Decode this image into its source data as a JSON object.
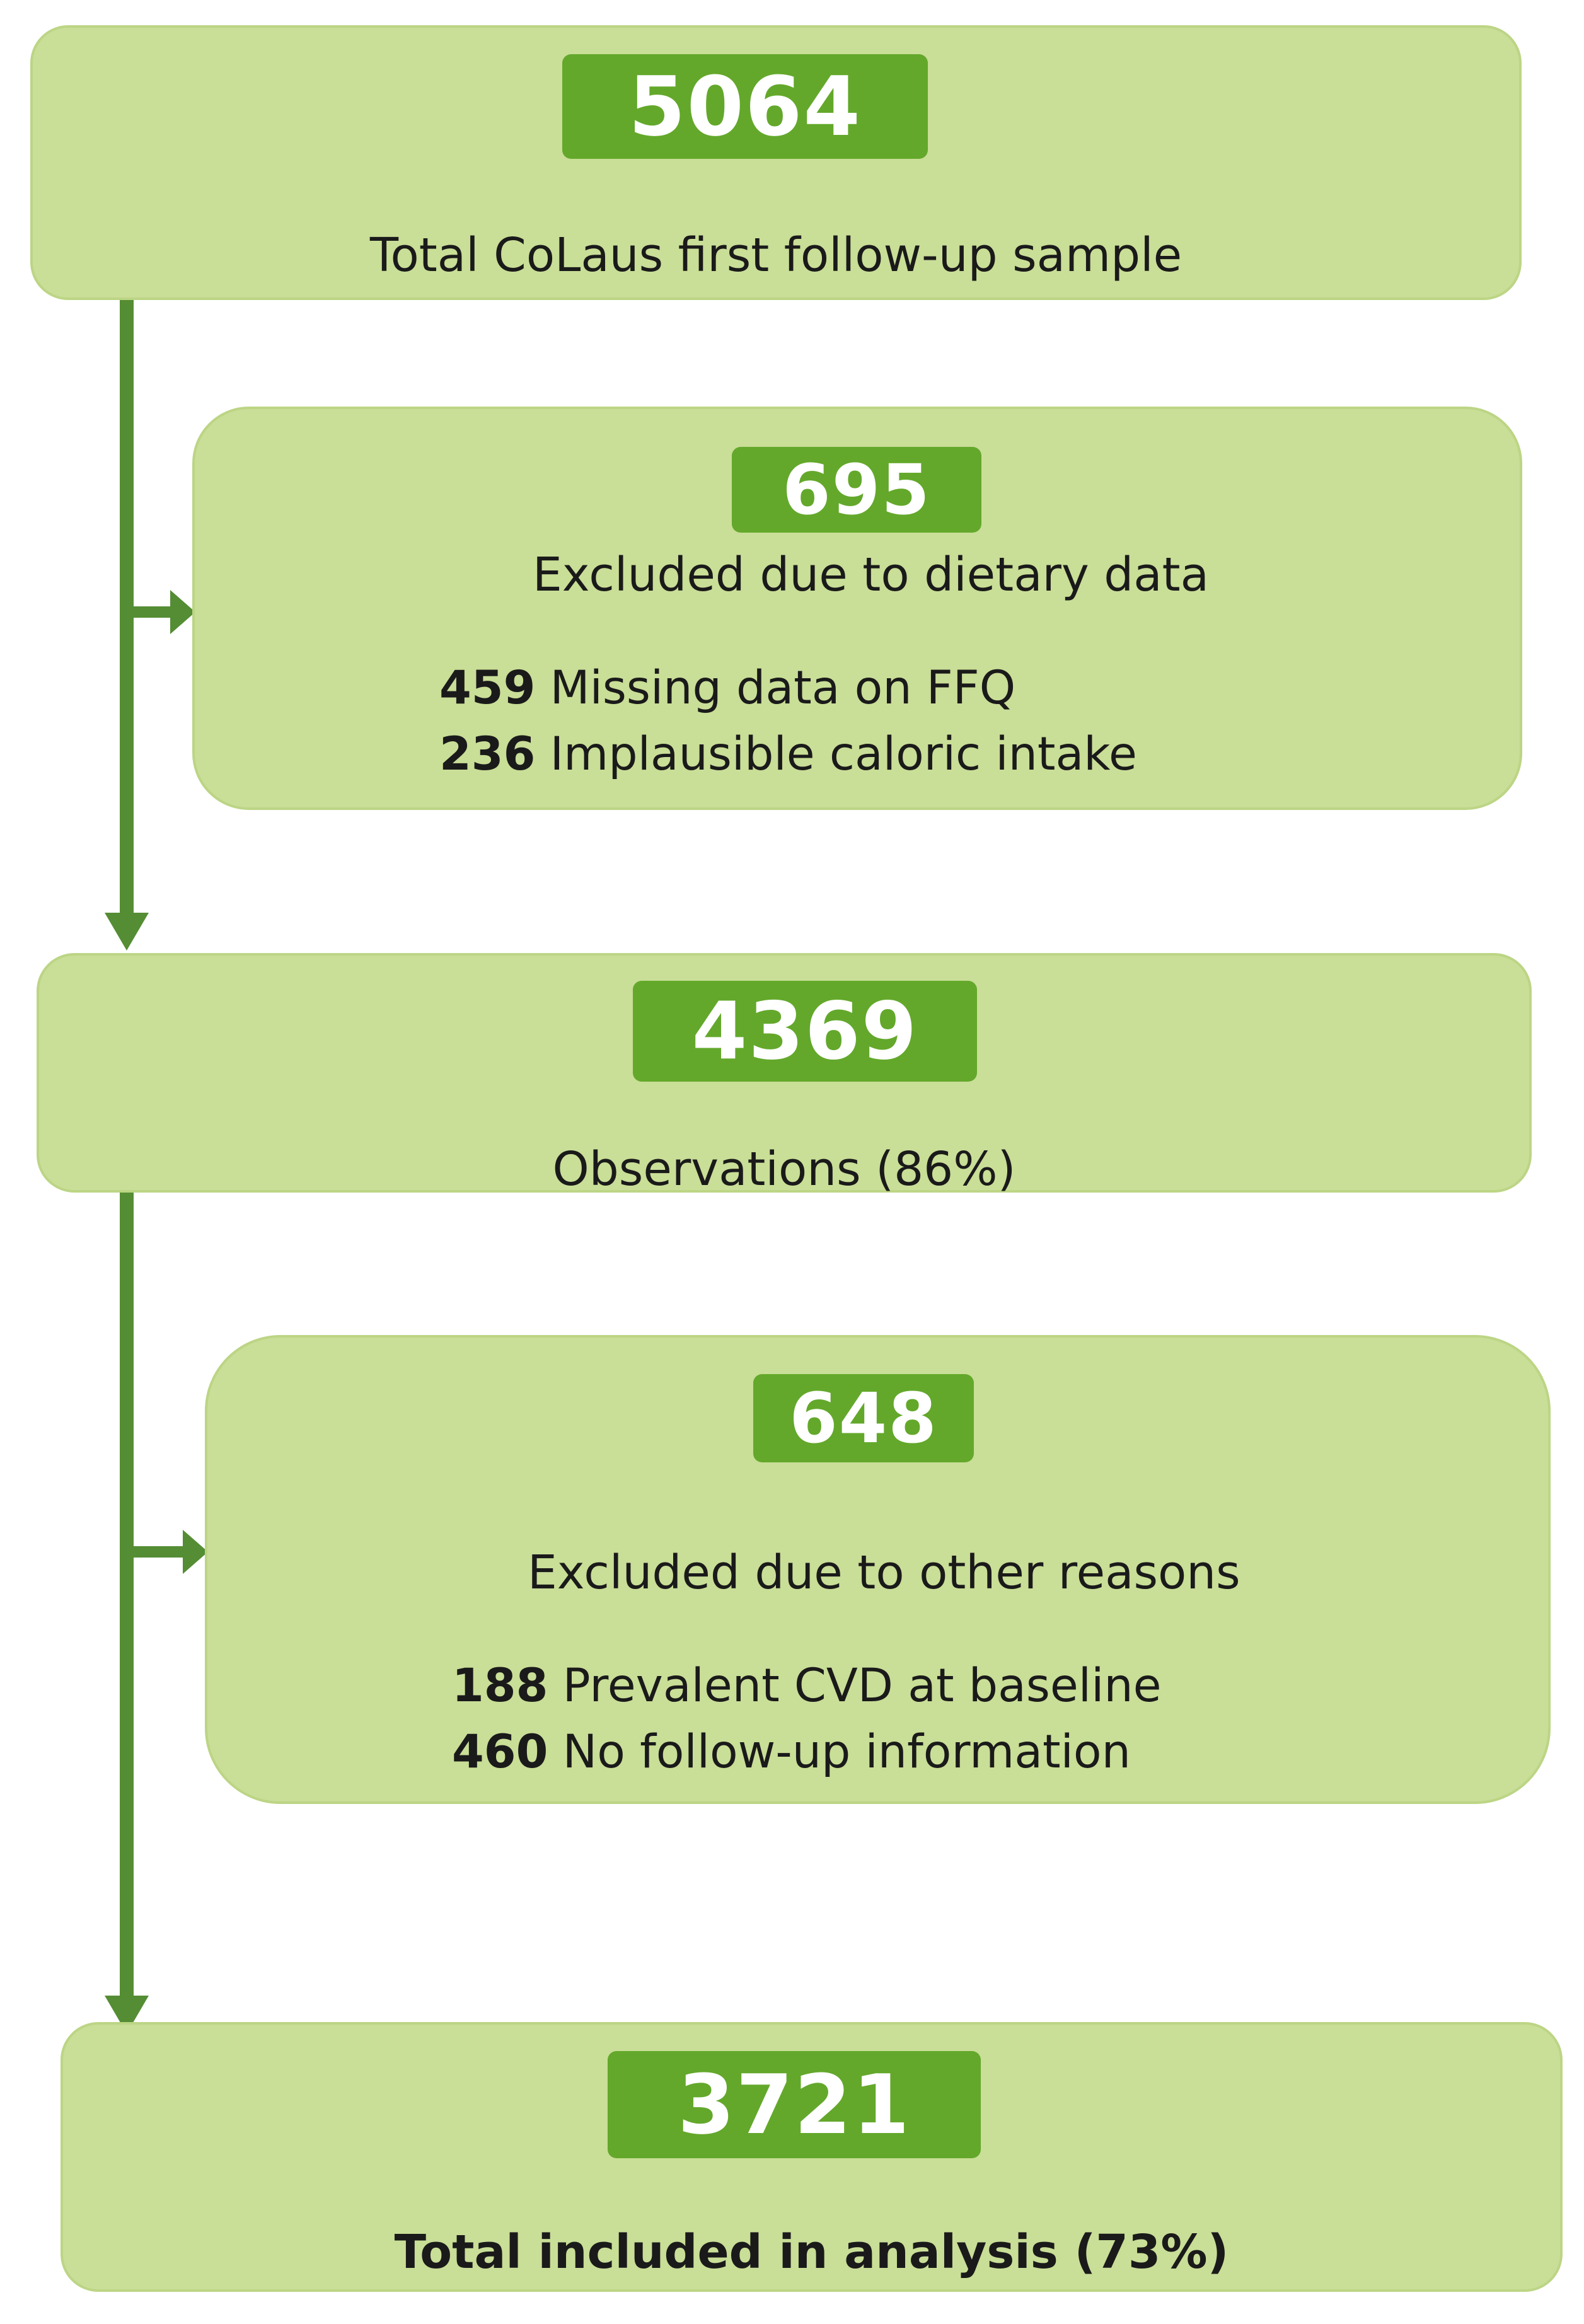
{
  "colors": {
    "box_fill": "#c9de97",
    "box_border": "#bcd585",
    "badge_fill": "#63a82b",
    "arrow": "#548d34"
  },
  "nodes": {
    "total_sample": {
      "count": "5064",
      "label": "Total CoLaus first follow-up sample"
    },
    "excluded_dietary": {
      "count": "695",
      "label": "Excluded due to dietary data",
      "items": [
        {
          "count": "459",
          "text": "Missing data on FFQ"
        },
        {
          "count": "236",
          "text": "Implausible caloric intake"
        }
      ]
    },
    "observations": {
      "count": "4369",
      "label": "Observations (86%)"
    },
    "excluded_other": {
      "count": "648",
      "label": "Excluded due to other reasons",
      "items": [
        {
          "count": "188",
          "text": "Prevalent CVD at baseline"
        },
        {
          "count": "460",
          "text": "No follow-up information"
        }
      ]
    },
    "total_included": {
      "count": "3721",
      "label": "Total included in analysis (73%)"
    }
  }
}
